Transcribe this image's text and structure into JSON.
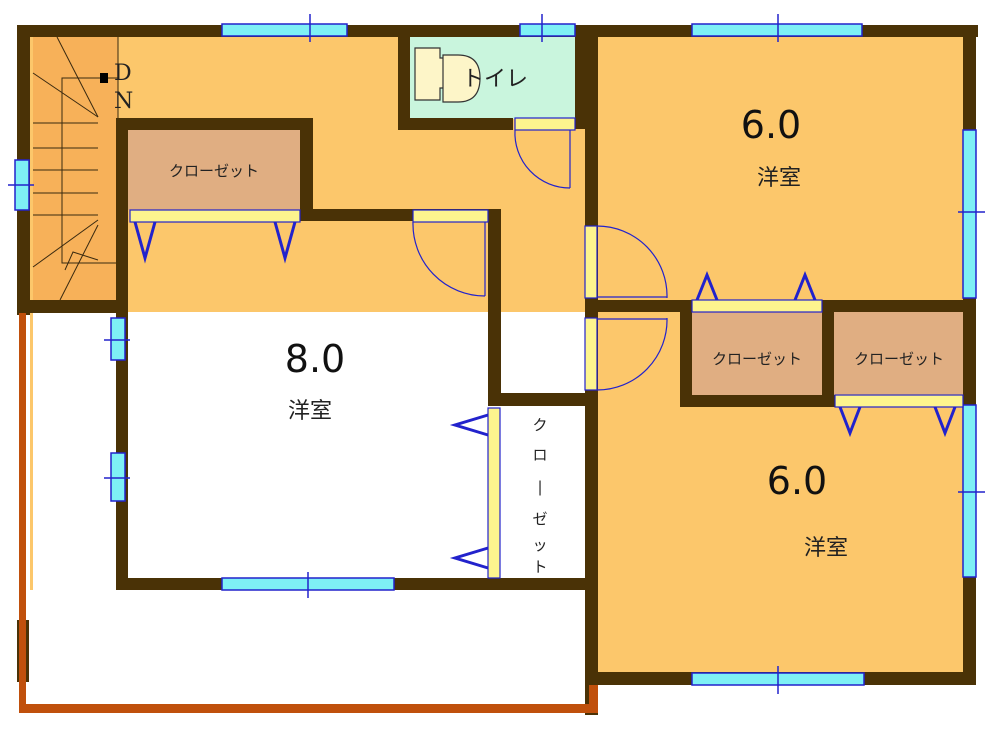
{
  "plan": {
    "stairs": {
      "direction_label_1": "D",
      "direction_label_2": "N"
    },
    "toilet": {
      "label": "トイレ"
    },
    "rooms": [
      {
        "size": "8.0",
        "type": "洋室"
      },
      {
        "size": "6.0",
        "type": "洋室"
      },
      {
        "size": "6.0",
        "type": "洋室"
      }
    ],
    "closets": [
      {
        "label": "クローゼット"
      },
      {
        "label": "クローゼット"
      },
      {
        "label": "クローゼット"
      },
      {
        "label": "ク\nロ\n|\nゼ\nッ\nト",
        "vertical_chars": [
          "ク",
          "ロ",
          "|",
          "ゼ",
          "ッ",
          "ト"
        ]
      }
    ]
  },
  "colors": {
    "wall": "#4a3206",
    "floor": "#fcc76b",
    "stairs": "#f7b159",
    "closet": "#e0ae82",
    "toilet": "#c9f5dd",
    "window_glass": "#7ef0f5",
    "window_frame": "#2222cc",
    "balcony": "#c0500c",
    "door_panel": "#fdf48e"
  }
}
